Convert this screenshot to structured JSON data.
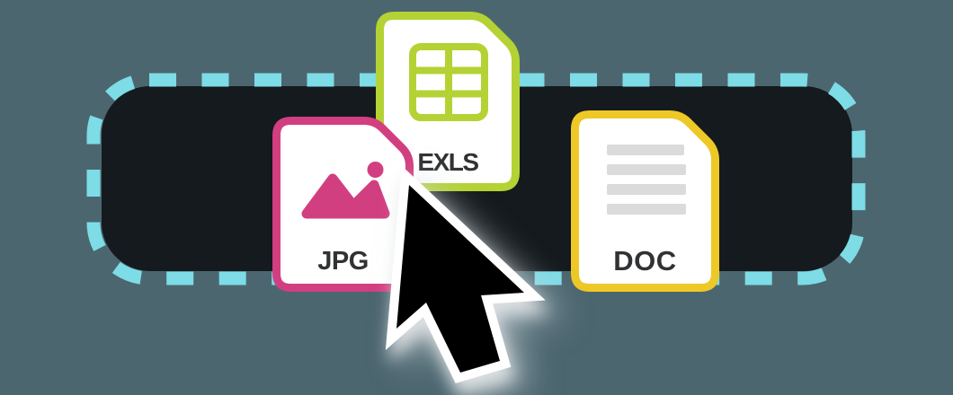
{
  "background_color": "#4C6670",
  "dropzone": {
    "dashed_border_color": "#7DDCE6",
    "fill_color": "#141A1D"
  },
  "files": [
    {
      "id": "exls",
      "label": "EXLS",
      "accent_color": "#B4D234",
      "icon": "spreadsheet-grid-icon"
    },
    {
      "id": "jpg",
      "label": "JPG",
      "accent_color": "#D23F80",
      "icon": "image-mountains-icon"
    },
    {
      "id": "doc",
      "label": "DOC",
      "accent_color": "#EEC827",
      "icon": "text-lines-icon"
    }
  ],
  "doc_text_line_color": "#DBDBDB",
  "label_color": "#303233",
  "cursor": {
    "icon": "arrow-cursor-icon",
    "fill_color": "#000000",
    "outline_color": "#FFFFFF"
  }
}
